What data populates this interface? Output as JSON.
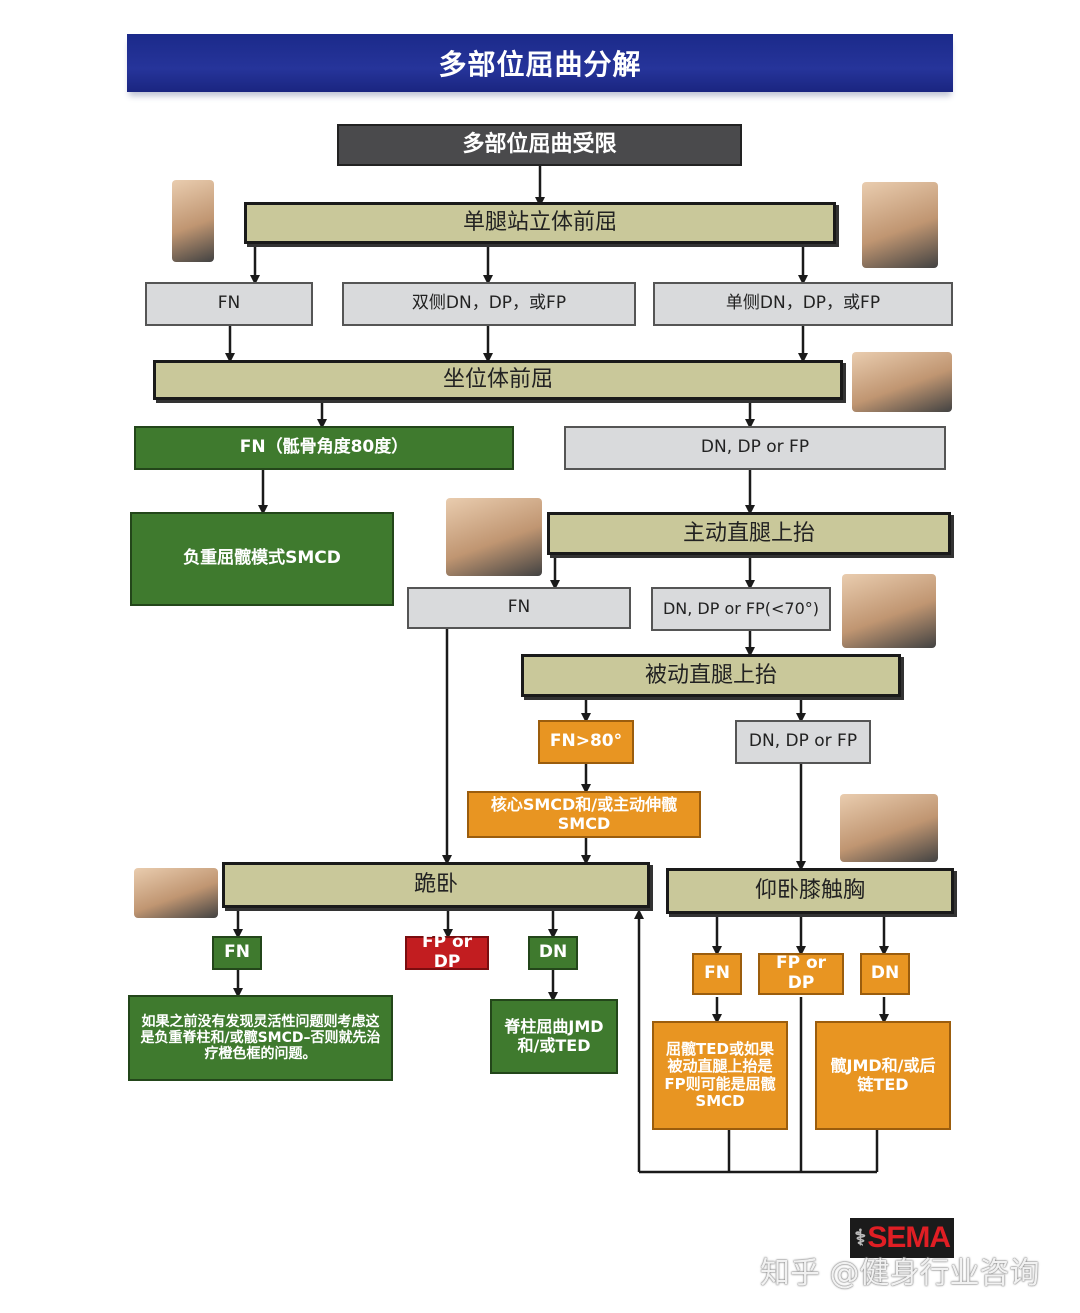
{
  "banner": {
    "title": "多部位屈曲分解"
  },
  "nodes": {
    "top": "多部位屈曲受限",
    "single_leg": "单腿站立体前屈",
    "fn1": "FN",
    "bilateral": "双侧DN，DP，或FP",
    "unilateral": "单侧DN，DP，或FP",
    "seated": "坐位体前屈",
    "fn_sacral": "FN（骶骨角度80度）",
    "dn_dp_fp_1": "DN, DP or FP",
    "smcd_loaded": "负重屈髋模式SMCD",
    "aslr": "主动直腿上抬",
    "fn2": "FN",
    "dn_lt70": "DN, DP or FP(<70°)",
    "pslr": "被动直腿上抬",
    "fn_gt80": "FN>80°",
    "dn_dp_fp_2": "DN, DP or FP",
    "core_smcd": "核心SMCD和/或主动伸髋SMCD",
    "kneel": "跪卧",
    "fn3": "FN",
    "fp_or_dp_red": "FP or DP",
    "dn3": "DN",
    "kneel_fn_note": "如果之前没有发现灵活性问题则考虑这是负重脊柱和/或髋SMCD–否则就先治疗橙色框的问题。",
    "spine_jmd": "脊柱屈曲JMD和/或TED",
    "supine_knee": "仰卧膝触胸",
    "fn4": "FN",
    "fp_or_dp_orange": "FP or DP",
    "dn4": "DN",
    "hip_ted_note": "屈髋TED或如果被动直腿上抬是FP则可能是屈髋SMCD",
    "hip_jmd": "髋JMD和/或后链TED"
  },
  "footer": {
    "logo_text": "SEMA",
    "watermark": "知乎 @健身行业咨询"
  },
  "colors": {
    "banner": "#26349a",
    "dark": "#4a4a4c",
    "tan": "#c9c89a",
    "gray": "#d9dadc",
    "green": "#3f7a2e",
    "orange": "#e89522",
    "red": "#c21d20"
  }
}
